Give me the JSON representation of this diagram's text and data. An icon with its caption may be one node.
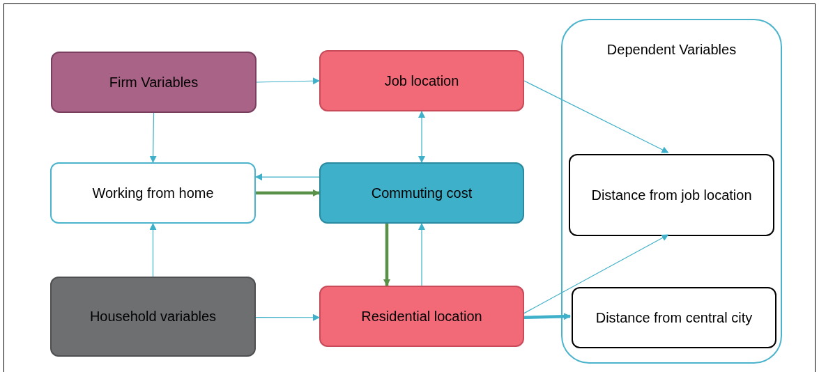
{
  "diagram": {
    "nodes": [
      {
        "text": [
          "Firm Variables"
        ]
      },
      {
        "text": [
          "Job location"
        ]
      },
      {
        "text": [
          "Dependent Variables"
        ]
      },
      {
        "text": [
          "Working from home"
        ]
      },
      {
        "text": [
          "Commuting cost"
        ]
      },
      {
        "text": [
          "Distance from job location"
        ],
        "in": 2
      },
      {
        "text": [
          "Household variables"
        ]
      },
      {
        "text": [
          "Residential location"
        ]
      },
      {
        "text": [
          "Distance from central city"
        ],
        "in": 2
      }
    ],
    "edges": [
      {
        "from": 0,
        "to": 1,
        "arrow": "to"
      },
      {
        "from": 1,
        "to": 5,
        "arrow": "to"
      },
      {
        "from": 1,
        "to": 4,
        "arrow": "both"
      },
      {
        "from": 4,
        "to": 3,
        "arrow": "to"
      },
      {
        "from": 3,
        "to": 4,
        "arrow": "to",
        "style": "thick",
        "color": "#5a9148"
      },
      {
        "from": 0,
        "to": 3,
        "arrow": "to"
      },
      {
        "from": 6,
        "to": 3,
        "arrow": "to"
      },
      {
        "from": 4,
        "to": 7,
        "arrow": "to",
        "style": "thick",
        "color": "#5a9148"
      },
      {
        "from": 7,
        "to": 4,
        "arrow": "to"
      },
      {
        "from": 6,
        "to": 7,
        "arrow": "to"
      },
      {
        "from": 7,
        "to": 5,
        "arrow": "to"
      },
      {
        "from": 7,
        "to": 8,
        "arrow": "to",
        "style": "thick"
      }
    ]
  }
}
